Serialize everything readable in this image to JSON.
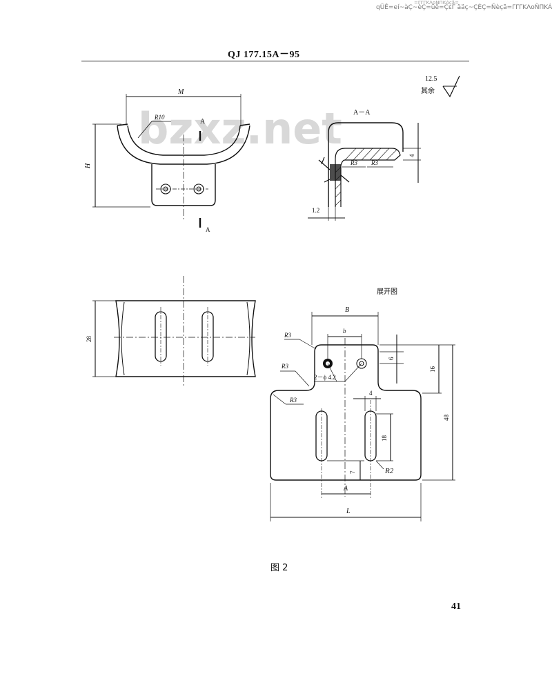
{
  "header": {
    "garbled_line_1": "=ΓΓΓKΛoÑΠKÁçã=",
    "garbled_line_2": "qÜÊ=eí~àÇ~èÇ=üê=ÇεΓ ääç~ÇÉÇ=Ñèçã=ΓΓΓKΛoÑΠKÁçã",
    "standard_number": "QJ  177.15A－95"
  },
  "watermark": "bzxz.net",
  "roughness": {
    "value": "12.5",
    "label": "其余"
  },
  "view_front": {
    "dim_M": "M",
    "dim_H": "H",
    "radius": "R10",
    "section_mark_top": "A",
    "section_mark_bottom": "A"
  },
  "view_section": {
    "title": "A－A",
    "r_left": "R3",
    "r_right": "R3",
    "dim_4": "4",
    "dim_thickness": "1.2"
  },
  "view_top": {
    "dim_28": "28"
  },
  "view_flat": {
    "title": "展开图",
    "dim_B": "B",
    "dim_b": "b",
    "r_top": "R3",
    "r_mid": "R3",
    "r_low": "R3",
    "holes": "2－ϕ 4.2",
    "dim_6": "6",
    "dim_16": "16",
    "dim_48": "48",
    "dim_4": "4",
    "dim_18": "18",
    "dim_7": "7",
    "r_slot": "R2",
    "dim_A": "A",
    "dim_L": "L"
  },
  "caption": "图 2",
  "page_number": "41"
}
